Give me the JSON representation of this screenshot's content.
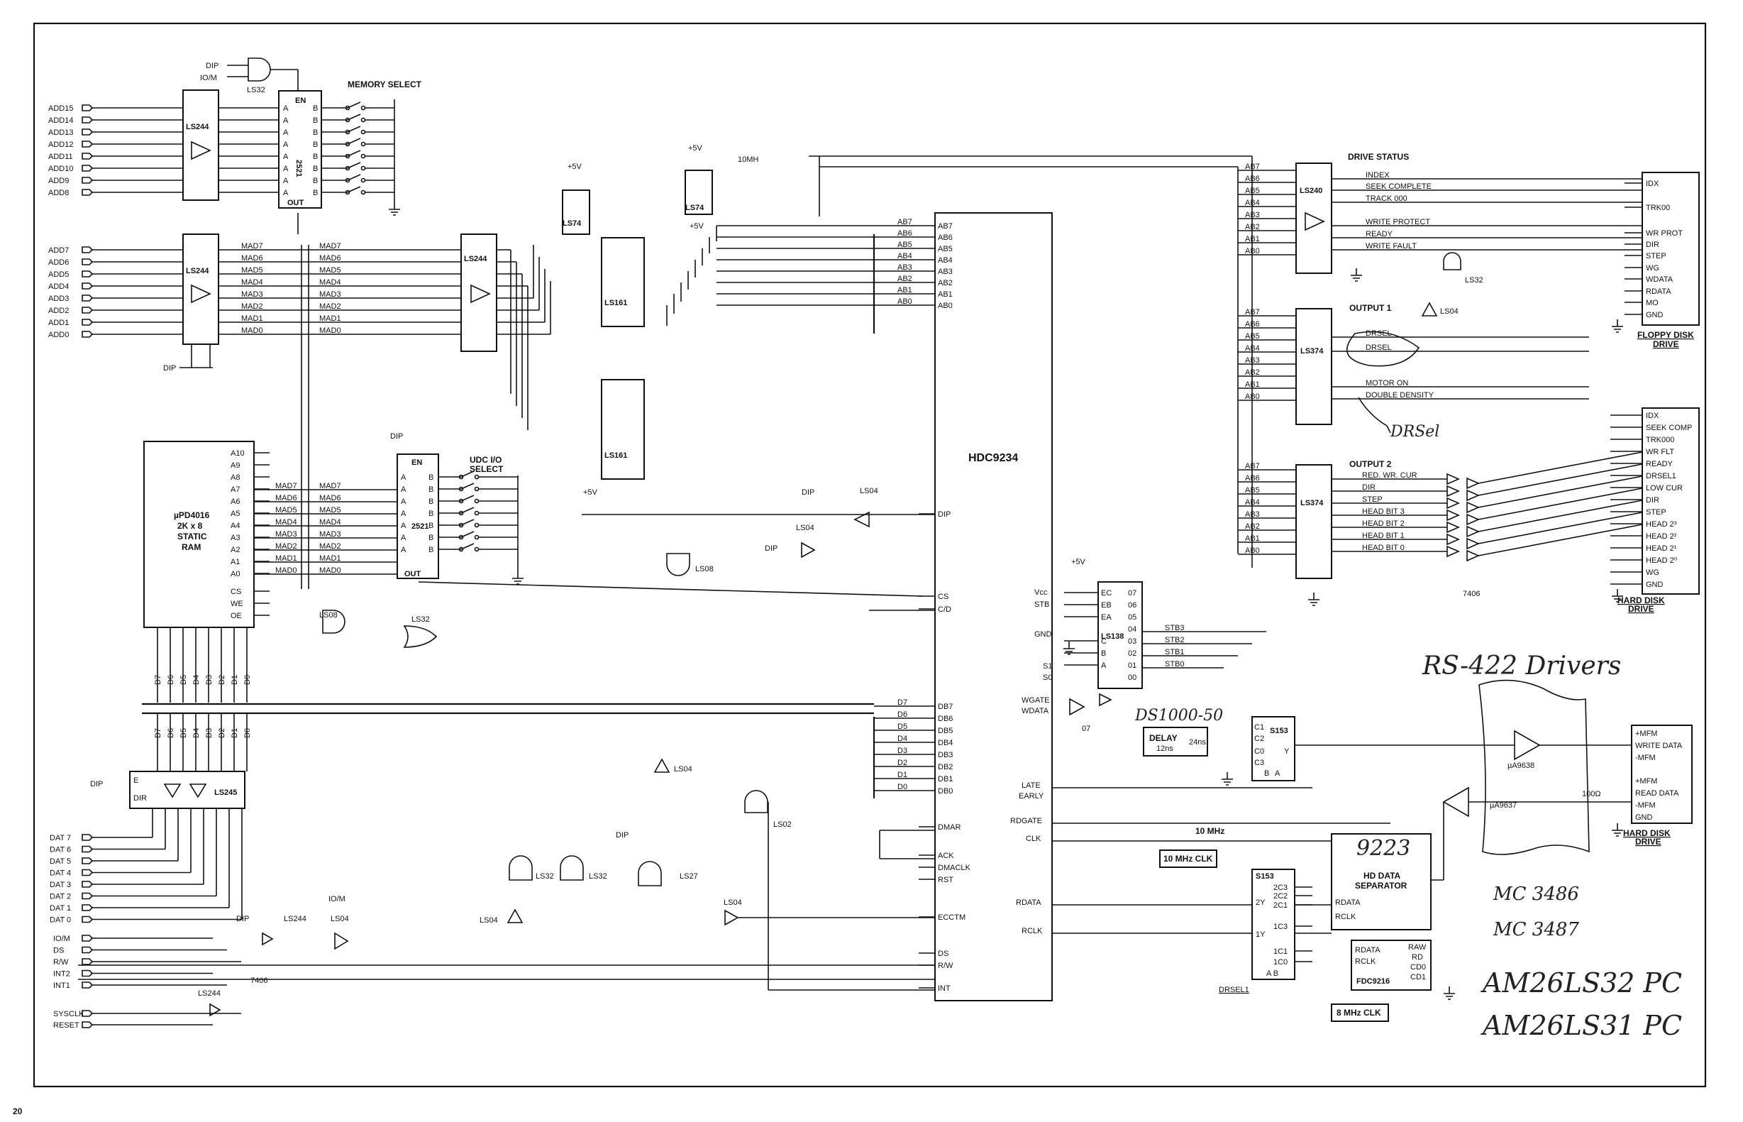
{
  "page_number": "20",
  "address_high": [
    "ADD15",
    "ADD14",
    "ADD13",
    "ADD12",
    "ADD11",
    "ADD10",
    "ADD9",
    "ADD8"
  ],
  "address_low": [
    "ADD7",
    "ADD6",
    "ADD5",
    "ADD4",
    "ADD3",
    "ADD2",
    "ADD1",
    "ADD0"
  ],
  "mad_left": [
    "MAD7",
    "MAD6",
    "MAD5",
    "MAD4",
    "MAD3",
    "MAD2",
    "MAD1",
    "MAD0"
  ],
  "data_bus": [
    "DAT 7",
    "DAT 6",
    "DAT 5",
    "DAT 4",
    "DAT 3",
    "DAT 2",
    "DAT 1",
    "DAT 0"
  ],
  "bus_control": [
    "IO/M",
    "DS",
    "R/W",
    "INT2",
    "INT1",
    "SYSCLK",
    "RESET"
  ],
  "ram": {
    "name": "µPD4016\n2K x 8\nSTATIC\nRAM",
    "line1": "µPD4016",
    "line2": "2K x 8",
    "line3": "STATIC",
    "line4": "RAM",
    "pins": [
      "A10",
      "A9",
      "A8",
      "A7",
      "A6",
      "A5",
      "A4",
      "A3",
      "A2",
      "A1",
      "A0",
      "CS",
      "WE",
      "OE"
    ],
    "data_pins": [
      "D7",
      "D6",
      "D5",
      "D4",
      "D3",
      "D2",
      "D1",
      "D0"
    ]
  },
  "labels": {
    "memory_select": "MEMORY SELECT",
    "udc_io_select_1": "UDC I/O",
    "udc_io_select_2": "SELECT",
    "dip": "DIP",
    "io_m": "IO/M",
    "plus5v": "+5V",
    "ten_mhz_clk_note": "10MH",
    "drive_status": "DRIVE STATUS",
    "output1": "OUTPUT 1",
    "output2": "OUTPUT 2",
    "hdc": "HDC9234",
    "ten_mhz": "10 MHz",
    "ten_mhz_clk": "10 MHz CLK",
    "eight_mhz_clk": "8 MHz CLK",
    "hd_data_sep_1": "HD DATA",
    "hd_data_sep_2": "SEPARATOR",
    "delay": "DELAY",
    "delay_12ns": "12ns",
    "delay_24ns": "24ns",
    "floppy_title_1": "FLOPPY DISK",
    "floppy_title_2": "DRIVE",
    "hard_title_1": "HARD DISK",
    "hard_title_2": "DRIVE",
    "hard_title_b1": "HARD DISK",
    "hard_title_b2": "DRIVE",
    "drsel1": "DRSEL1",
    "gnd": "GND",
    "s1": "S1",
    "s0": "S0",
    "vcc": "Vcc",
    "stb": "STB",
    "wgate": "WGATE",
    "wdata": "WDATA",
    "late": "LATE",
    "early": "EARLY",
    "rdgate": "RDGATE",
    "clk": "CLK",
    "rdata": "RDATA",
    "rclk": "RCLK",
    "ohm": "100Ω"
  },
  "chips": {
    "ls32_top": "LS32",
    "ls244_a": "LS244",
    "ls244_b": "LS244",
    "ls244_c": "LS244",
    "ls2521_a": "2521",
    "ls2521_b": "2521",
    "ls74_a": "LS74",
    "ls74_b": "LS74",
    "ls161_a": "LS161",
    "ls161_b": "LS161",
    "ls240": "LS240",
    "ls374_a": "LS374",
    "ls374_b": "LS374",
    "ls138": "LS138",
    "ls245": "LS245",
    "ls08_a": "LS08",
    "ls08_b": "LS08",
    "ls32_b": "LS32",
    "ls32_c": "LS32",
    "ls32_d": "LS32",
    "ls32_e": "LS32",
    "ls04_a": "LS04",
    "ls04_b": "LS04",
    "ls04_c": "LS04",
    "ls04_d": "LS04",
    "ls04_e": "LS04",
    "ls04_f": "LS04",
    "ls04_g": "LS04",
    "ls27": "LS27",
    "ls02": "LS02",
    "s153_a": "S153",
    "s153_b": "S153",
    "fdc9216": "FDC9216",
    "ls7406_a": "7406",
    "ls7406_b": "7406",
    "ua9638": "µA9638",
    "ua9637": "µA9637",
    "d07": "07"
  },
  "hdc_left_pins": [
    "AB7",
    "AB6",
    "AB5",
    "AB4",
    "AB3",
    "AB2",
    "AB1",
    "AB0",
    "DIP",
    "CS",
    "C/D",
    "DB7",
    "DB6",
    "DB5",
    "DB4",
    "DB3",
    "DB2",
    "DB1",
    "DB0",
    "DMAR",
    "ACK",
    "DMACLK",
    "RST",
    "ECCTM",
    "DS",
    "R/W",
    "INT"
  ],
  "hdc_bus_labels": [
    "AB7",
    "AB6",
    "AB5",
    "AB4",
    "AB3",
    "AB2",
    "AB1",
    "AB0"
  ],
  "db_bus_labels": [
    "D7",
    "D6",
    "D5",
    "D4",
    "D3",
    "D2",
    "D1",
    "D0"
  ],
  "ls138_pins": {
    "left": [
      "EC",
      "EB",
      "EA",
      "",
      "C",
      "B",
      "A"
    ],
    "right": [
      "07",
      "06",
      "05",
      "04",
      "03",
      "02",
      "01",
      "00"
    ]
  },
  "strobes": [
    "STB3",
    "STB2",
    "STB1",
    "STB0"
  ],
  "drive_status_lines": [
    "INDEX",
    "SEEK COMPLETE",
    "TRACK 000",
    "WRITE PROTECT",
    "READY",
    "WRITE FAULT"
  ],
  "output1_lines": [
    "DRSEL",
    "DRSEL",
    "MOTOR ON",
    "DOUBLE DENSITY"
  ],
  "output2_lines": [
    "RED. WR. CUR",
    "DIR",
    "STEP",
    "HEAD BIT 3",
    "HEAD BIT 2",
    "HEAD BIT 1",
    "HEAD BIT 0"
  ],
  "floppy_pins": [
    "IDX",
    "TRK00",
    "WR PROT",
    "DIR",
    "STEP",
    "WG",
    "WDATA",
    "RDATA",
    "MO",
    "GND"
  ],
  "hard_pins": [
    "IDX",
    "SEEK COMP",
    "TRK000",
    "WR FLT",
    "READY",
    "DRSEL1",
    "LOW CUR",
    "DIR",
    "STEP",
    "HEAD 2³",
    "HEAD 2²",
    "HEAD 2¹",
    "HEAD 2⁰",
    "WG",
    "GND"
  ],
  "hard_data_pins": [
    "+MFM",
    "WRITE DATA",
    "-MFM",
    "+MFM",
    "READ DATA",
    "-MFM",
    "GND"
  ],
  "s153_pins": [
    "2C3",
    "2C2",
    "2C1",
    "1C3",
    "1C1",
    "1C0"
  ],
  "fdc_pins": {
    "left": [
      "RDATA",
      "RCLK"
    ],
    "right": [
      "RAW",
      "RD",
      "CD0",
      "CD1"
    ]
  },
  "handwritten": {
    "rs422": "RS-422 Drivers",
    "chip_9223": "9223",
    "ds1000": "DS1000-50",
    "drsel_note": "DRSel",
    "mc1": "MC 3486",
    "mc2": "MC 3487",
    "am1": "AM26LS32 PC",
    "am2": "AM26LS31 PC"
  }
}
